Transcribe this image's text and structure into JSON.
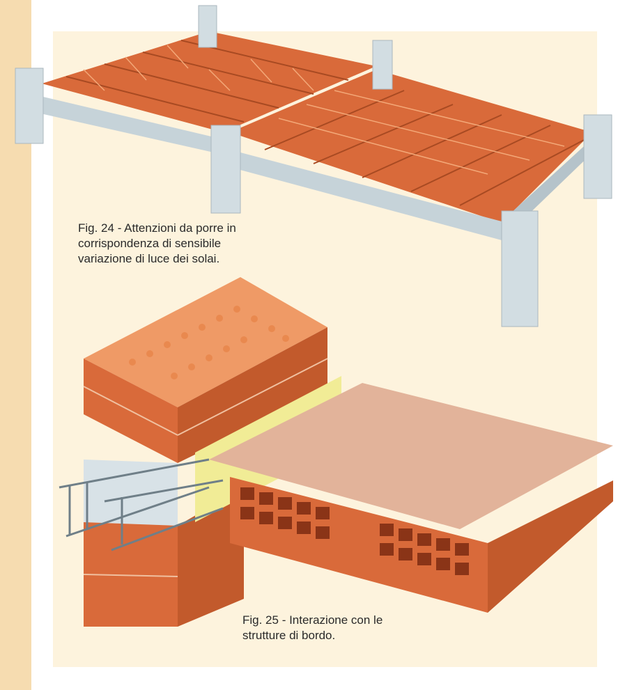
{
  "colors": {
    "strip": "#f6dcb0",
    "panel": "#fdf3dd",
    "brick": "#d96a3a",
    "brick_dark": "#b04d24",
    "brick_light": "#ef9a66",
    "concrete": "#d2dde2",
    "concrete_dark": "#aab7be",
    "insulation": "#f1ec96",
    "slab_top": "#e2b39a"
  },
  "figures": [
    {
      "id": "fig24",
      "caption": "Fig. 24 - Attenzioni da porre in corrispondenza di sensibile variazione di luce dei solai."
    },
    {
      "id": "fig25",
      "caption": "Fig. 25 - Interazione con le strutture di bordo."
    }
  ]
}
